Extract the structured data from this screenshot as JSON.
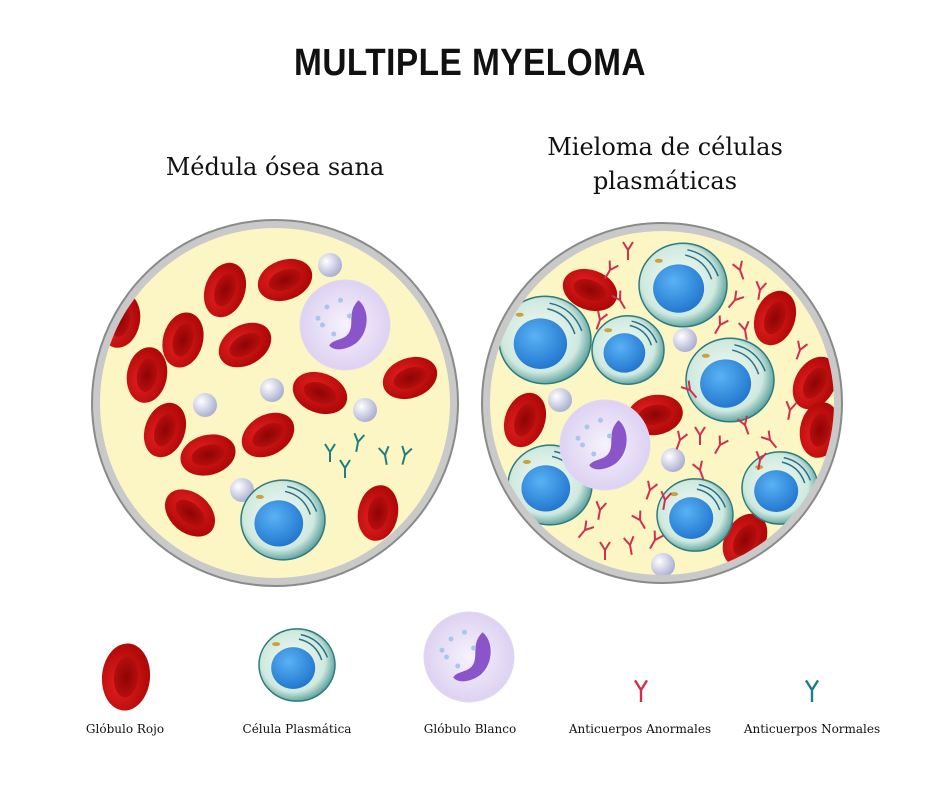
{
  "title": "MULTIPLE MYELOMA",
  "panels": {
    "healthy": "Médula ósea sana",
    "myeloma_line1": "Mieloma de células",
    "myeloma_line2": "plasmáticas"
  },
  "legend": [
    {
      "label": "Glóbulo Rojo",
      "icon": "red-blood-cell"
    },
    {
      "label": "Célula Plasmática",
      "icon": "plasma-cell"
    },
    {
      "label": "Glóbulo Blanco",
      "icon": "white-blood-cell"
    },
    {
      "label": "Anticuerpos Anormales",
      "icon": "abnormal-antibody",
      "color": "#d0304f"
    },
    {
      "label": "Anticuerpos Normales",
      "icon": "normal-antibody",
      "color": "#1f7d85"
    }
  ],
  "colors": {
    "plasma_bg": "#fbf6c4",
    "ring": "#c9c9c9",
    "rbc": "#d11414",
    "nucleus": "#2e8de0"
  }
}
